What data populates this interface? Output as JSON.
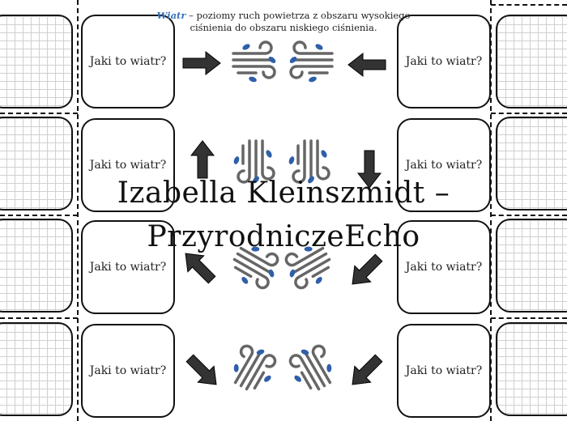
{
  "header": {
    "term": "Wiatr",
    "definition": " – poziomy ruch powietrza z obszaru wysokiego ciśnienia do obszaru niskiego ciśnienia."
  },
  "question_label": "Jaki to wiatr?",
  "rows": [
    {
      "left_question": "Jaki to wiatr?",
      "right_question": "Jaki to wiatr?"
    },
    {
      "left_question": "Jaki to wiatr?",
      "right_question": "Jaki to wiatr?"
    },
    {
      "left_question": "Jaki to wiatr?",
      "right_question": "Jaki to wiatr?"
    },
    {
      "left_question": "Jaki to wiatr?",
      "right_question": "Jaki to wiatr?"
    }
  ],
  "watermark": {
    "line1": "Izabella Kleinszmidt –",
    "line2": "PrzyrodniczeEcho"
  },
  "colors": {
    "accent": "#3a73b8",
    "leaf": "#2f5fa8",
    "arrow": "#333333"
  },
  "icons": [
    "wind-icon",
    "leaf-icon",
    "arrow-icon"
  ]
}
